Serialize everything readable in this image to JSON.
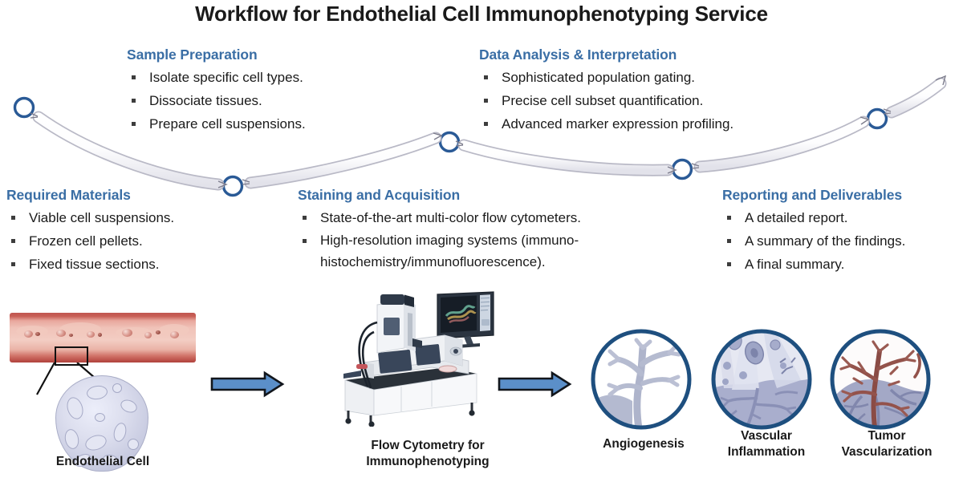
{
  "title": "Workflow for Endothelial Cell Immunophenotyping Service",
  "colors": {
    "heading_blue": "#3a6ea5",
    "connector_circle": "#2a5a96",
    "arrow_fill": "#5b8fc9",
    "arrow_outline": "#12161c",
    "body_text": "#1a1a1a"
  },
  "steps": [
    {
      "id": "sample-preparation",
      "heading": "Sample Preparation",
      "bullets": [
        "Isolate specific cell types.",
        "Dissociate tissues.",
        "Prepare cell suspensions."
      ]
    },
    {
      "id": "data-analysis",
      "heading": "Data Analysis & Interpretation",
      "bullets": [
        "Sophisticated population gating.",
        "Precise cell subset quantification.",
        "Advanced marker expression profiling."
      ]
    },
    {
      "id": "required-materials",
      "heading": "Required Materials",
      "bullets": [
        "Viable cell suspensions.",
        "Frozen cell pellets.",
        "Fixed tissue sections."
      ]
    },
    {
      "id": "staining-acquisition",
      "heading": "Staining and Acquisition",
      "bullets": [
        "State-of-the-art multi-color flow cytometers.",
        "High-resolution imaging systems (immuno-histochemistry/immunofluorescence)."
      ]
    },
    {
      "id": "reporting-deliverables",
      "heading": "Reporting and Deliverables",
      "bullets": [
        "A detailed report.",
        "A summary of the findings.",
        "A final summary."
      ]
    }
  ],
  "figures": {
    "endothelial_cell_label": "Endothelial Cell",
    "flow_cytometry_label_line1": "Flow Cytometry for",
    "flow_cytometry_label_line2": "Immunophenotyping",
    "outcomes": [
      {
        "id": "angiogenesis",
        "label_line1": "Angiogenesis",
        "label_line2": ""
      },
      {
        "id": "vascular-inflammation",
        "label_line1": "Vascular",
        "label_line2": "Inflammation"
      },
      {
        "id": "tumor-vascularization",
        "label_line1": "Tumor",
        "label_line2": "Vascularization"
      }
    ]
  },
  "icons": {
    "node_circle": "circle-outline-icon",
    "tube_connector": "curved-tube-connector-icon",
    "process_arrow": "right-arrow-icon"
  }
}
